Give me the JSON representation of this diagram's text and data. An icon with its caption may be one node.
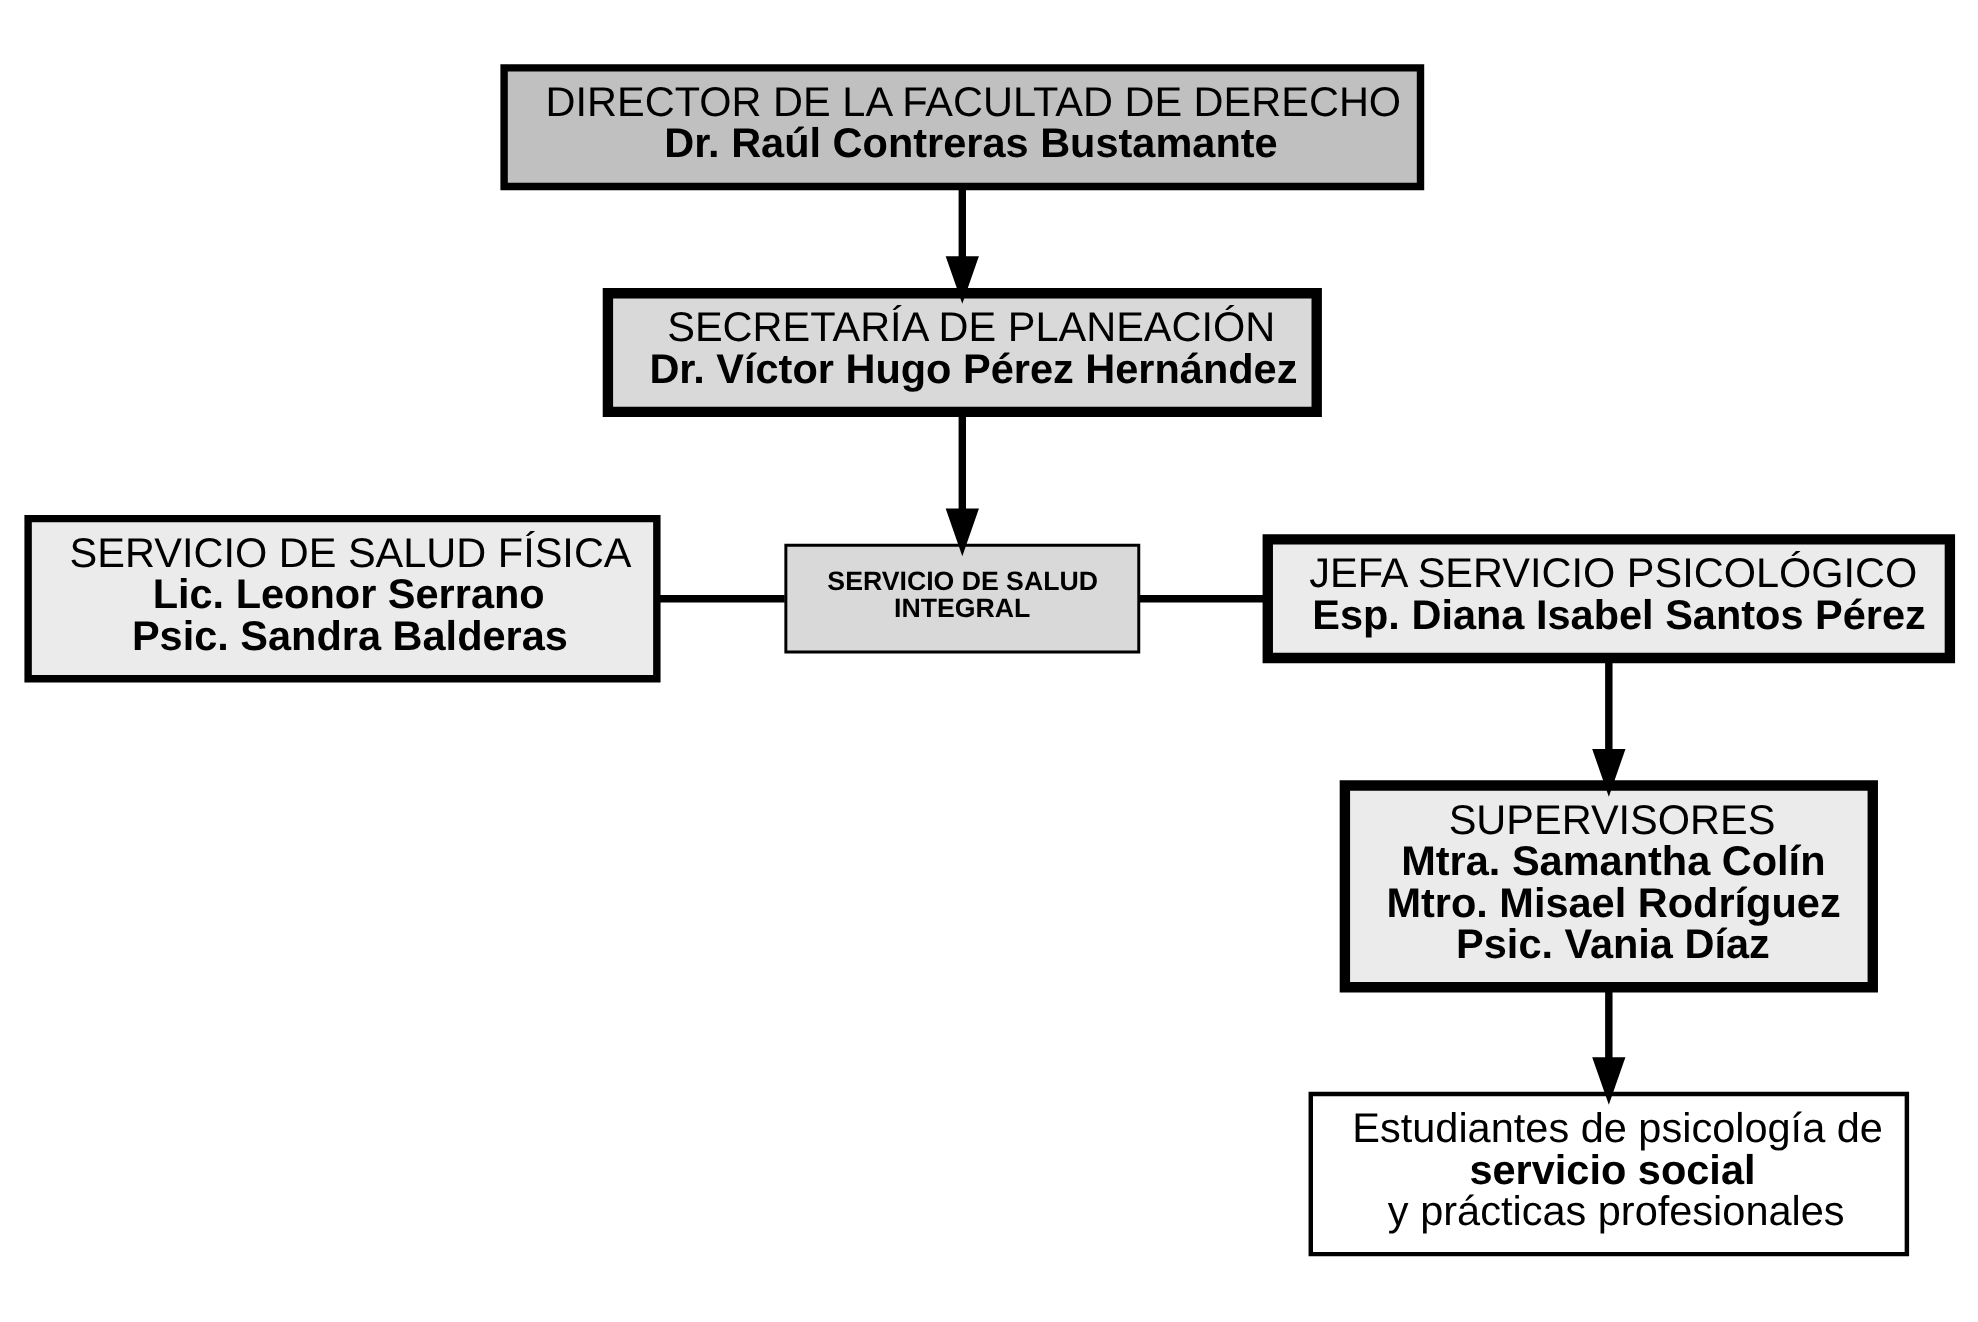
{
  "diagram": {
    "nodes": [
      {
        "text": [
          "DIRECTOR DE LA FACULTAD DE DERECHO",
          "Dr. Raúl Contreras Bustamante"
        ]
      },
      {
        "text": [
          "SECRETARÍA DE PLANEACIÓN",
          "Dr. Víctor Hugo Pérez Hernández"
        ]
      },
      {
        "text": [
          "SERVICIO DE SALUD FÍSICA",
          "Lic. Leonor Serrano",
          "Psic. Sandra Balderas"
        ]
      },
      {
        "text": [
          "SERVICIO DE SALUD INTEGRAL"
        ]
      },
      {
        "text": [
          "JEFA SERVICIO PSICOLÓGICO",
          "Esp. Diana Isabel Santos Pérez"
        ]
      },
      {
        "text": [
          "SUPERVISORES",
          "Mtra. Samantha Colín",
          "Mtro. Misael Rodríguez",
          "Psic. Vania Díaz"
        ]
      },
      {
        "text": [
          "Estudiantes de psicología de **servicio social** y prácticas profesionales"
        ]
      }
    ],
    "edges": [
      {
        "from": 0,
        "to": 1,
        "arrow": "to"
      },
      {
        "from": 1,
        "to": 3,
        "arrow": "to"
      },
      {
        "from": 2,
        "to": 3,
        "arrow": "none"
      },
      {
        "from": 3,
        "to": 4,
        "arrow": "none"
      },
      {
        "from": 4,
        "to": 5,
        "arrow": "to"
      },
      {
        "from": 5,
        "to": 6,
        "arrow": "to"
      }
    ]
  }
}
